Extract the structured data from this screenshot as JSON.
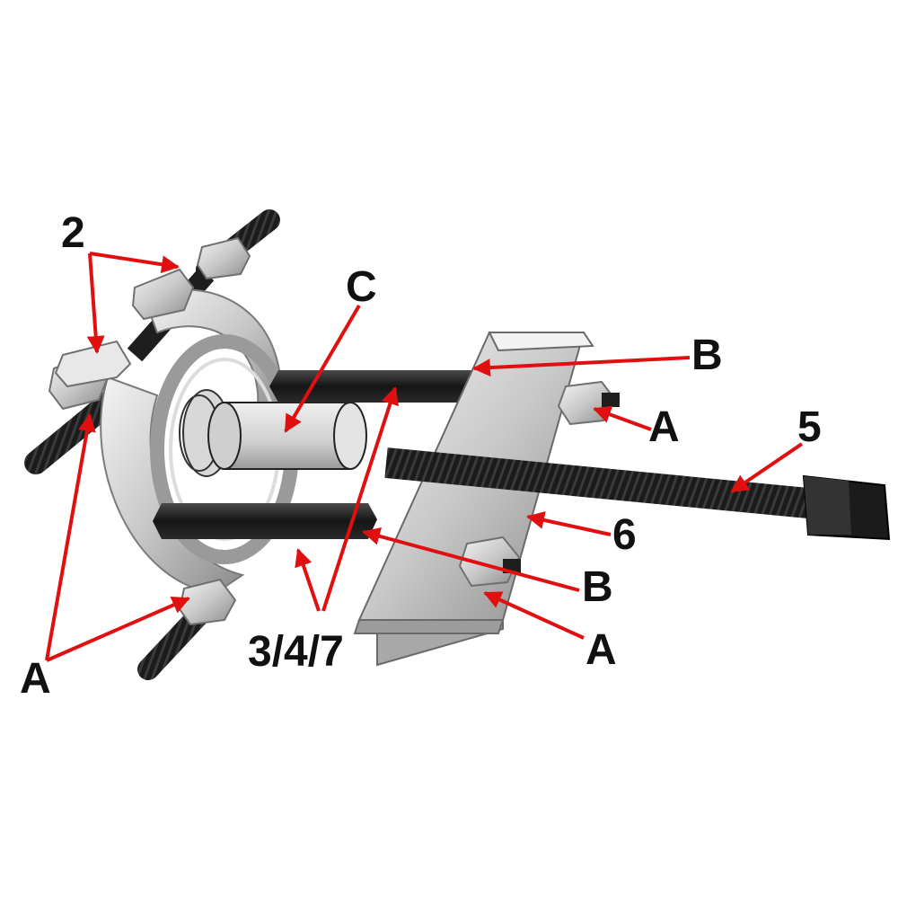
{
  "labels": {
    "two": "2",
    "c": "C",
    "b_top": "B",
    "a_right_top": "A",
    "five": "5",
    "six": "6",
    "b_bottom": "B",
    "a_right_bottom": "A",
    "three_four_seven": "3/4/7",
    "a_left": "A"
  },
  "colors": {
    "arrow": "#e01010",
    "steel": "#d4d4d4",
    "steel_dark": "#8c8c8c",
    "black_part": "#1a1a1a",
    "label": "#111111"
  }
}
